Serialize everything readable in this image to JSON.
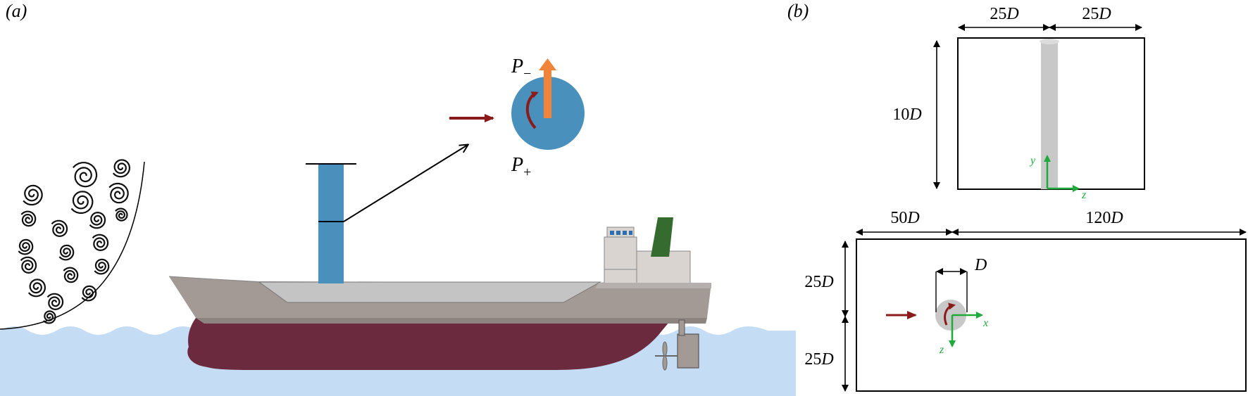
{
  "panel_a": {
    "label": "(a)",
    "p_minus_base": "P",
    "p_minus_sub": "−",
    "p_plus_base": "P",
    "p_plus_sub": "+"
  },
  "panel_b": {
    "label": "(b)",
    "top_view": {
      "width_left": "25",
      "width_right": "25",
      "height": "10",
      "axis_y": "y",
      "axis_z": "z"
    },
    "side_view": {
      "upstream": "50",
      "downstream": "120",
      "half_height_top": "25",
      "half_height_bottom": "25",
      "diameter": "D",
      "axis_x": "x",
      "axis_z": "z"
    },
    "length_unit": "D"
  },
  "colors": {
    "cylinder_blue": "#4a90bd",
    "lift_arrow_orange": "#f0843a",
    "flow_arrow_red": "#8b1a1a",
    "hull_maroon": "#6b2a3e",
    "hull_grey": "#a39a96",
    "deck_grey": "#c4c4c4",
    "sea_blue": "#c5dcf5",
    "funnel_green": "#356b2e",
    "axis_green": "#1faa3c",
    "cylinder_grey": "#c8c8c8"
  }
}
